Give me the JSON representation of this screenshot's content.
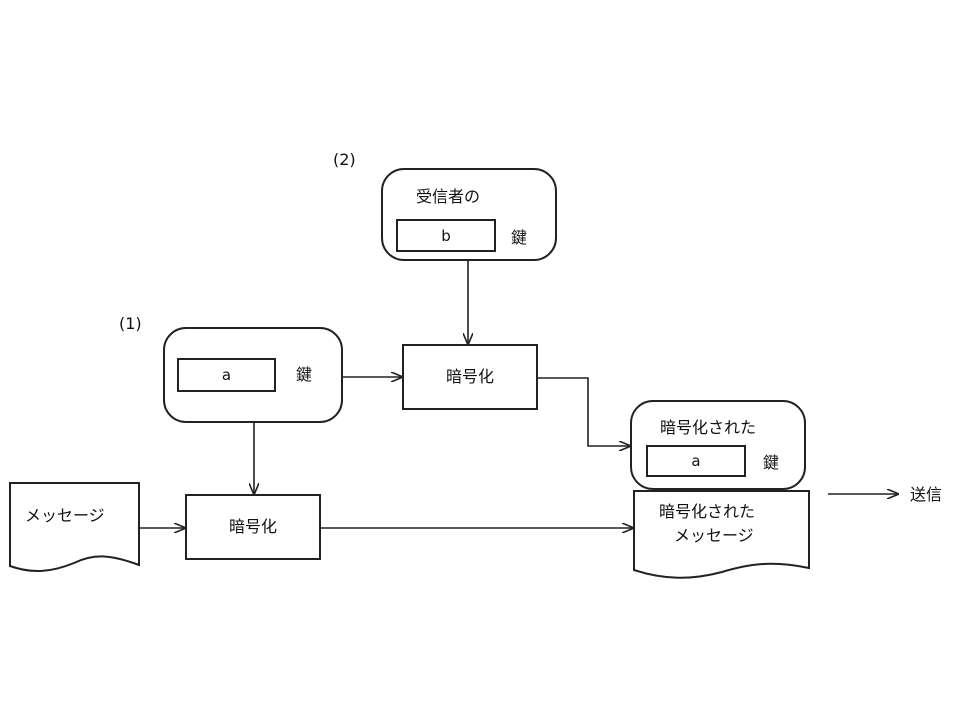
{
  "labels": {
    "step1": "(1)",
    "step2": "(2)"
  },
  "key_a_box": {
    "slot": "a",
    "suffix": "鍵"
  },
  "receiver_key_box": {
    "title": "受信者の",
    "slot": "b",
    "suffix": "鍵"
  },
  "encrypt_top": {
    "label": "暗号化"
  },
  "encrypt_bottom": {
    "label": "暗号化"
  },
  "message_doc": {
    "label": "メッセージ"
  },
  "encrypted_key_box": {
    "title": "暗号化された",
    "slot": "a",
    "suffix": "鍵"
  },
  "encrypted_message_doc": {
    "line1": "暗号化された",
    "line2": "メッセージ"
  },
  "send": {
    "label": "送信"
  }
}
